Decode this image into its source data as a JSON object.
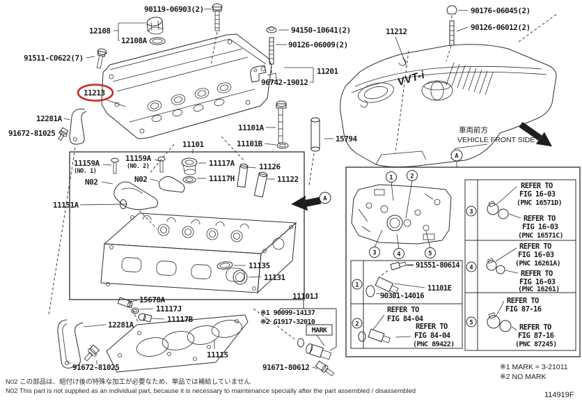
{
  "figure": {
    "code": "114919F"
  },
  "colors": {
    "line": "#2b2b2b",
    "text": "#1b1b1b",
    "highlight": "#c62828",
    "background": "#ffffff"
  },
  "front_marker": {
    "jp": "車両前方",
    "en": "VEHICLE FRONT SIDE"
  },
  "notes": {
    "jp": "N02 この部品は、組付け後の特殊な加工が必要なため、単品では補給していません",
    "en": "N02 This part is not supplied as an individual part, because it is necessary to maintenance specially after the part assembled / disassembled"
  },
  "legend": {
    "mark1": "※1 MARK = 3-21011",
    "mark2": "※2 NO MARK"
  },
  "annotations": {
    "mark": "MARK",
    "alt1": "※1 90099-14137",
    "alt2": "※2 G1917-32010"
  },
  "refs": {
    "refer_to": "REFER TO",
    "fig_84_04": "FIG 84-04",
    "fig_16_03": "FIG 16-03",
    "fig_87_16": "FIG 87-16",
    "pnc_89422": "(PNC 89422)",
    "pnc_16571d": "(PNC 16571D)",
    "pnc_16571c": "(PNC 16571C)",
    "pnc_16261a": "(PNC 16261A)",
    "pnc_16261": "(PNC 16261)",
    "pnc_87245": "(PNC 87245)"
  },
  "badges": {
    "a": "A",
    "n1": "1",
    "n2": "2",
    "n3": "3",
    "n4": "4",
    "n5": "5"
  },
  "engine_cover_text": {
    "vvt": "VVT-i"
  },
  "parts": {
    "p90119_06903": "90119-06903(2)",
    "p12108": "12108",
    "p12108a": "12108A",
    "p91511_c0622": "91511-C0622(7)",
    "p94150_10641": "94150-10641(2)",
    "p90126_06009": "90126-06009(2)",
    "p11201": "11201",
    "p96742_19012": "96742-19012",
    "p11212": "11212",
    "p90176_06045": "90176-06045(2)",
    "p90126_06012": "90126-06012(2)",
    "p11213": "11213",
    "p12281a": "12281A",
    "p91672_81025": "91672-81025",
    "p11101a": "11101A",
    "p11101b": "11101B",
    "p11101": "11101",
    "p15794": "15794",
    "p11159a": "11159A",
    "no1": "(NO. 1)",
    "no2": "(NO. 2)",
    "n02": "N02",
    "p11117a": "11117A",
    "p11117h": "11117H",
    "p11126": "11126",
    "p11122": "11122",
    "p11151a": "11151A",
    "p11135": "11135",
    "p11131": "11131",
    "p15678a": "15678A",
    "p11117j": "11117J",
    "p11117b": "11117B",
    "p11115": "11115",
    "p11101j": "11101J",
    "p91671_80612": "91671-80612",
    "p91551_80614": "91551-80614",
    "p90301_14016": "90301-14016",
    "p11101e": "11101E"
  }
}
